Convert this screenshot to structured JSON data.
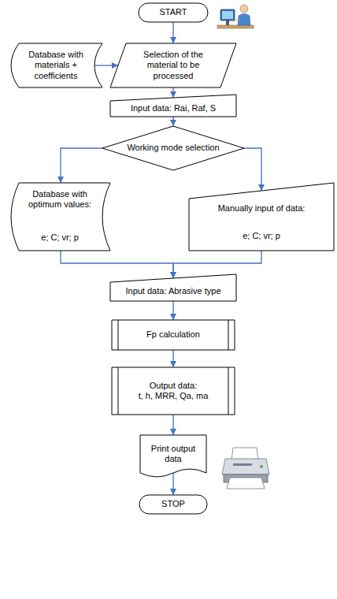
{
  "diagram": {
    "nodes": [
      {
        "text": [
          "START"
        ]
      },
      {
        "text": [
          "Database with materials + coefficients"
        ]
      },
      {
        "text": [
          "Selection of the material to be processed"
        ]
      },
      {
        "text": [
          "Input data: Rai, Raf, S"
        ]
      },
      {
        "text": [
          "Working mode selection"
        ]
      },
      {
        "text": [
          "Database with optimum values:",
          "e; C; vr; p"
        ]
      },
      {
        "text": [
          "Manually input of data:",
          "e; C; vr; p"
        ]
      },
      {
        "text": [
          "Input data: Abrasive type"
        ]
      },
      {
        "text": [
          "Fp calculation"
        ]
      },
      {
        "text": [
          "Output data:",
          "t, h, MRR, Qa, ma"
        ]
      },
      {
        "text": [
          "Print output data"
        ]
      },
      {
        "text": [
          "STOP"
        ]
      }
    ],
    "edges": [
      {
        "from": 0,
        "to": 2,
        "arrow": "to"
      },
      {
        "from": 1,
        "to": 2,
        "arrow": "to"
      },
      {
        "from": 2,
        "to": 3,
        "arrow": "to"
      },
      {
        "from": 3,
        "to": 4,
        "arrow": "to"
      },
      {
        "from": 4,
        "to": 5,
        "arrow": "to"
      },
      {
        "from": 4,
        "to": 6,
        "arrow": "to"
      },
      {
        "from": 5,
        "to": 7,
        "arrow": "to"
      },
      {
        "from": 6,
        "to": 7,
        "arrow": "to"
      },
      {
        "from": 7,
        "to": 8,
        "arrow": "to"
      },
      {
        "from": 8,
        "to": 9,
        "arrow": "to"
      },
      {
        "from": 9,
        "to": 10,
        "arrow": "to"
      },
      {
        "from": 10,
        "to": 11,
        "arrow": "to"
      }
    ]
  }
}
